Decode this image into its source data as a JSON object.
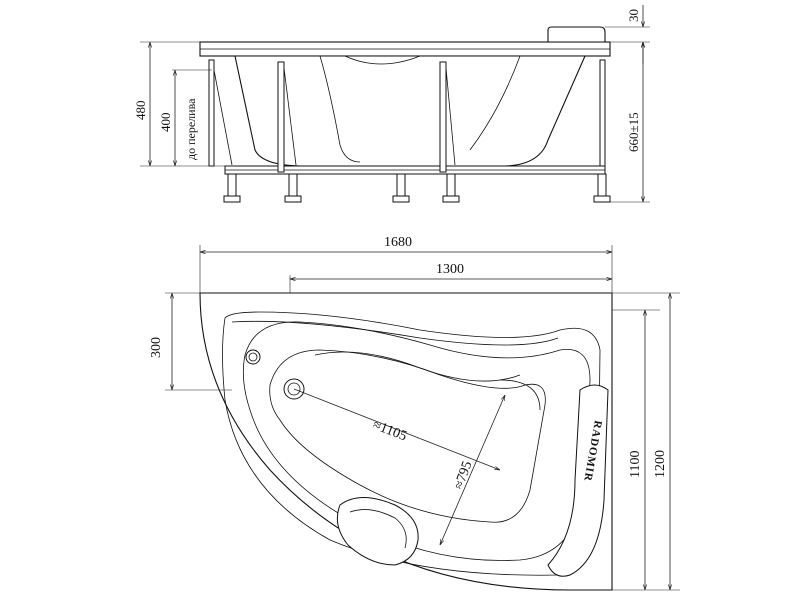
{
  "side_view": {
    "dim_rim": "30",
    "dim_total": "480",
    "dim_overflow": "400",
    "label_overflow": "до перелива",
    "dim_adjust": "660±15"
  },
  "top_view": {
    "dim_length_outer": "1680",
    "dim_length_inner": "1300",
    "dim_corner": "300",
    "dim_width_inner": "1100",
    "dim_width_outer": "1200",
    "dim_diag_long": "≈1105",
    "dim_diag_short": "≈795",
    "brand_text": "RADOMIR"
  }
}
